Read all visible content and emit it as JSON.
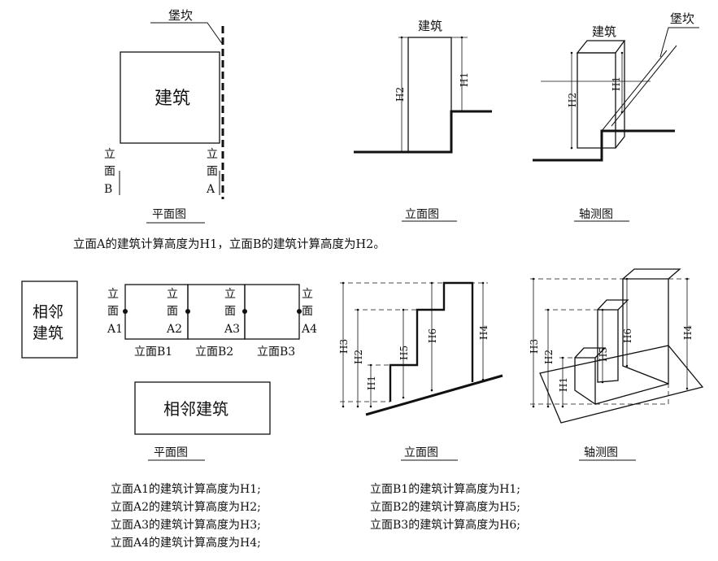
{
  "top": {
    "plan": {
      "parapet_label": "堡坎",
      "building_label": "建筑",
      "facade_a": [
        "立",
        "面",
        "A"
      ],
      "facade_b": [
        "立",
        "面",
        "B"
      ],
      "caption": "平面图"
    },
    "elevation": {
      "building_label": "建筑",
      "h1": "H1",
      "h2": "H2",
      "caption": "立面图"
    },
    "axon": {
      "building_label": "建筑",
      "parapet_label": "堡坎",
      "h1": "H1",
      "h2": "H2",
      "caption": "轴测图"
    },
    "note": "立面A的建筑计算高度为H1，立面B的建筑计算高度为H2。"
  },
  "bottom": {
    "adjacent_side_label": [
      "相邻",
      "建筑"
    ],
    "plan": {
      "facades": [
        {
          "lines": [
            "立",
            "面",
            "A1"
          ]
        },
        {
          "lines": [
            "立",
            "面",
            "A2"
          ]
        },
        {
          "lines": [
            "立",
            "面",
            "A3"
          ]
        },
        {
          "lines": [
            "立",
            "面",
            "A4"
          ]
        }
      ],
      "b_labels": [
        "立面B1",
        "立面B2",
        "立面B3"
      ],
      "adjacent_label": "相邻建筑",
      "caption": "平面图"
    },
    "elevation": {
      "h1": "H1",
      "h2": "H2",
      "h3": "H3",
      "h4": "H4",
      "h5": "H5",
      "h6": "H6",
      "caption": "立面图"
    },
    "axon": {
      "h1": "H1",
      "h2": "H2",
      "h3": "H3",
      "h4": "H4",
      "h5": "H5",
      "h6": "H6",
      "caption": "轴测图"
    },
    "notes_a": [
      "立面A1的建筑计算高度为H1;",
      "立面A2的建筑计算高度为H2;",
      "立面A3的建筑计算高度为H3;",
      "立面A4的建筑计算高度为H4;"
    ],
    "notes_b": [
      "立面B1的建筑计算高度为H1;",
      "立面B2的建筑计算高度为H5;",
      "立面B3的建筑计算高度为H6;"
    ]
  }
}
